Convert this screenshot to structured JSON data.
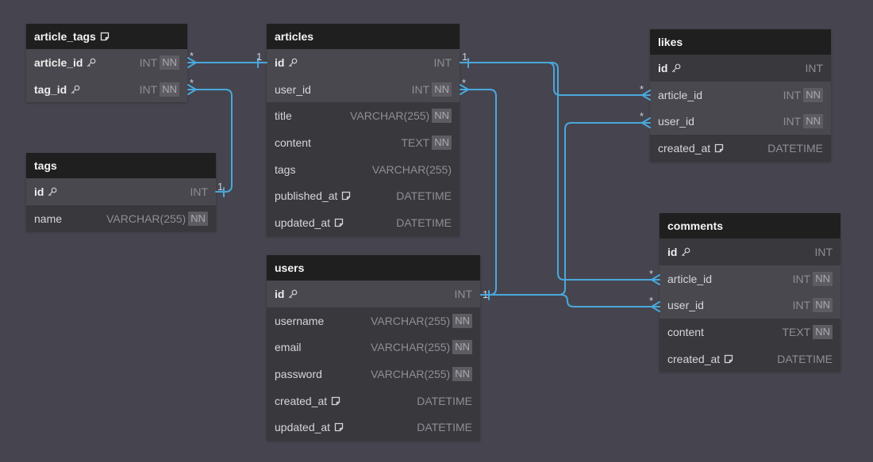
{
  "canvas": {
    "background": "#46454f",
    "relation_color": "#4aa8dc"
  },
  "tables": {
    "article_tags": {
      "name": "article_tags",
      "has_note": true,
      "columns": [
        {
          "name": "article_id",
          "type": "INT",
          "nn": true,
          "pk": true,
          "note": false,
          "highlighted": true
        },
        {
          "name": "tag_id",
          "type": "INT",
          "nn": true,
          "pk": true,
          "note": false,
          "highlighted": true
        }
      ]
    },
    "tags": {
      "name": "tags",
      "has_note": false,
      "columns": [
        {
          "name": "id",
          "type": "INT",
          "nn": false,
          "pk": true,
          "note": false,
          "highlighted": true
        },
        {
          "name": "name",
          "type": "VARCHAR(255)",
          "nn": true,
          "pk": false,
          "note": false,
          "highlighted": false
        }
      ]
    },
    "articles": {
      "name": "articles",
      "has_note": false,
      "columns": [
        {
          "name": "id",
          "type": "INT",
          "nn": false,
          "pk": true,
          "note": false,
          "highlighted": true
        },
        {
          "name": "user_id",
          "type": "INT",
          "nn": true,
          "pk": false,
          "note": false,
          "highlighted": true
        },
        {
          "name": "title",
          "type": "VARCHAR(255)",
          "nn": true,
          "pk": false,
          "note": false,
          "highlighted": false
        },
        {
          "name": "content",
          "type": "TEXT",
          "nn": true,
          "pk": false,
          "note": false,
          "highlighted": false
        },
        {
          "name": "tags",
          "type": "VARCHAR(255)",
          "nn": false,
          "pk": false,
          "note": false,
          "highlighted": false
        },
        {
          "name": "published_at",
          "type": "DATETIME",
          "nn": false,
          "pk": false,
          "note": true,
          "highlighted": false
        },
        {
          "name": "updated_at",
          "type": "DATETIME",
          "nn": false,
          "pk": false,
          "note": true,
          "highlighted": false
        }
      ]
    },
    "users": {
      "name": "users",
      "has_note": false,
      "columns": [
        {
          "name": "id",
          "type": "INT",
          "nn": false,
          "pk": true,
          "note": false,
          "highlighted": true
        },
        {
          "name": "username",
          "type": "VARCHAR(255)",
          "nn": true,
          "pk": false,
          "note": false,
          "highlighted": false
        },
        {
          "name": "email",
          "type": "VARCHAR(255)",
          "nn": true,
          "pk": false,
          "note": false,
          "highlighted": false
        },
        {
          "name": "password",
          "type": "VARCHAR(255)",
          "nn": true,
          "pk": false,
          "note": false,
          "highlighted": false
        },
        {
          "name": "created_at",
          "type": "DATETIME",
          "nn": false,
          "pk": false,
          "note": true,
          "highlighted": false
        },
        {
          "name": "updated_at",
          "type": "DATETIME",
          "nn": false,
          "pk": false,
          "note": true,
          "highlighted": false
        }
      ]
    },
    "likes": {
      "name": "likes",
      "has_note": false,
      "columns": [
        {
          "name": "id",
          "type": "INT",
          "nn": false,
          "pk": true,
          "note": false,
          "highlighted": false
        },
        {
          "name": "article_id",
          "type": "INT",
          "nn": true,
          "pk": false,
          "note": false,
          "highlighted": true
        },
        {
          "name": "user_id",
          "type": "INT",
          "nn": true,
          "pk": false,
          "note": false,
          "highlighted": true
        },
        {
          "name": "created_at",
          "type": "DATETIME",
          "nn": false,
          "pk": false,
          "note": true,
          "highlighted": false
        }
      ]
    },
    "comments": {
      "name": "comments",
      "has_note": false,
      "columns": [
        {
          "name": "id",
          "type": "INT",
          "nn": false,
          "pk": true,
          "note": false,
          "highlighted": false
        },
        {
          "name": "article_id",
          "type": "INT",
          "nn": true,
          "pk": false,
          "note": false,
          "highlighted": true
        },
        {
          "name": "user_id",
          "type": "INT",
          "nn": true,
          "pk": false,
          "note": false,
          "highlighted": true
        },
        {
          "name": "content",
          "type": "TEXT",
          "nn": true,
          "pk": false,
          "note": false,
          "highlighted": false
        },
        {
          "name": "created_at",
          "type": "DATETIME",
          "nn": false,
          "pk": false,
          "note": true,
          "highlighted": false
        }
      ]
    }
  },
  "badges": {
    "not_null": "NN"
  },
  "relations": [
    {
      "from": "article_tags.article_id",
      "to": "articles.id",
      "from_card": "*",
      "to_card": "1"
    },
    {
      "from": "article_tags.tag_id",
      "to": "tags.id",
      "from_card": "*",
      "to_card": "1"
    },
    {
      "from": "articles.user_id",
      "to": "users.id",
      "from_card": "*",
      "to_card": "1"
    },
    {
      "from": "likes.article_id",
      "to": "articles.id",
      "from_card": "*",
      "to_card": "1"
    },
    {
      "from": "likes.user_id",
      "to": "users.id",
      "from_card": "*",
      "to_card": ""
    },
    {
      "from": "comments.article_id",
      "to": "articles.id",
      "from_card": "*",
      "to_card": ""
    },
    {
      "from": "comments.user_id",
      "to": "users.id",
      "from_card": "*",
      "to_card": ""
    }
  ]
}
